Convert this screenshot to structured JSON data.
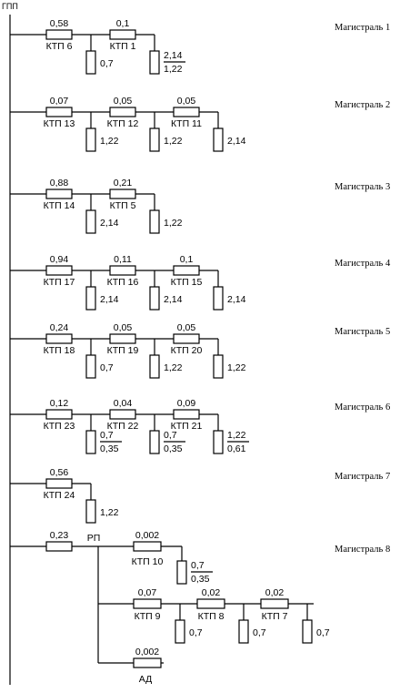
{
  "source_label": "ГПП",
  "mains": [
    {
      "title": "Магистраль 1",
      "branch": [
        {
          "line": "0,58",
          "tp": "КТП 6",
          "load": [
            "0,7"
          ]
        },
        {
          "line": "0,1",
          "tp": "КТП 1",
          "load": [
            "2,14",
            "1,22"
          ]
        }
      ]
    },
    {
      "title": "Магистраль 2",
      "branch": [
        {
          "line": "0,07",
          "tp": "КТП 13",
          "load": [
            "1,22"
          ]
        },
        {
          "line": "0,05",
          "tp": "КТП 12",
          "load": [
            "1,22"
          ]
        },
        {
          "line": "0,05",
          "tp": "КТП 11",
          "load": [
            "2,14"
          ]
        }
      ]
    },
    {
      "title": "Магистраль 3",
      "branch": [
        {
          "line": "0,88",
          "tp": "КТП 14",
          "load": [
            "2,14"
          ]
        },
        {
          "line": "0,21",
          "tp": "КТП 5",
          "load": [
            "1,22"
          ]
        }
      ]
    },
    {
      "title": "Магистраль 4",
      "branch": [
        {
          "line": "0,94",
          "tp": "КТП 17",
          "load": [
            "2,14"
          ]
        },
        {
          "line": "0,11",
          "tp": "КТП 16",
          "load": [
            "2,14"
          ]
        },
        {
          "line": "0,1",
          "tp": "КТП 15",
          "load": [
            "2,14"
          ]
        }
      ]
    },
    {
      "title": "Магистраль 5",
      "branch": [
        {
          "line": "0,24",
          "tp": "КТП 18",
          "load": [
            "0,7"
          ]
        },
        {
          "line": "0,05",
          "tp": "КТП 19",
          "load": [
            "1,22"
          ]
        },
        {
          "line": "0,05",
          "tp": "КТП 20",
          "load": [
            "1,22"
          ]
        }
      ]
    },
    {
      "title": "Магистраль 6",
      "branch": [
        {
          "line": "0,12",
          "tp": "КТП 23",
          "load": [
            "0,7",
            "0,35"
          ]
        },
        {
          "line": "0,04",
          "tp": "КТП 22",
          "load": [
            "0,7",
            "0,35"
          ]
        },
        {
          "line": "0,09",
          "tp": "КТП 21",
          "load": [
            "1,22",
            "0,61"
          ]
        }
      ]
    },
    {
      "title": "Магистраль 7",
      "branch": [
        {
          "line": "0,56",
          "tp": "КТП 24",
          "load": [
            "1,22"
          ]
        }
      ]
    }
  ],
  "main8": {
    "title": "Магистраль 8",
    "feeder_line": "0,23",
    "node_label": "РП",
    "b1": {
      "line": "0,002",
      "tp": "КТП 10",
      "load": [
        "0,7",
        "0,35"
      ]
    },
    "b2": [
      {
        "line": "0,07",
        "tp": "КТП 9",
        "load": [
          "0,7"
        ]
      },
      {
        "line": "0,02",
        "tp": "КТП 8",
        "load": [
          "0,7"
        ]
      },
      {
        "line": "0,02",
        "tp": "КТП 7",
        "load": [
          "0,7"
        ]
      }
    ],
    "b3": {
      "line": "0,002",
      "tp": "АД"
    }
  }
}
